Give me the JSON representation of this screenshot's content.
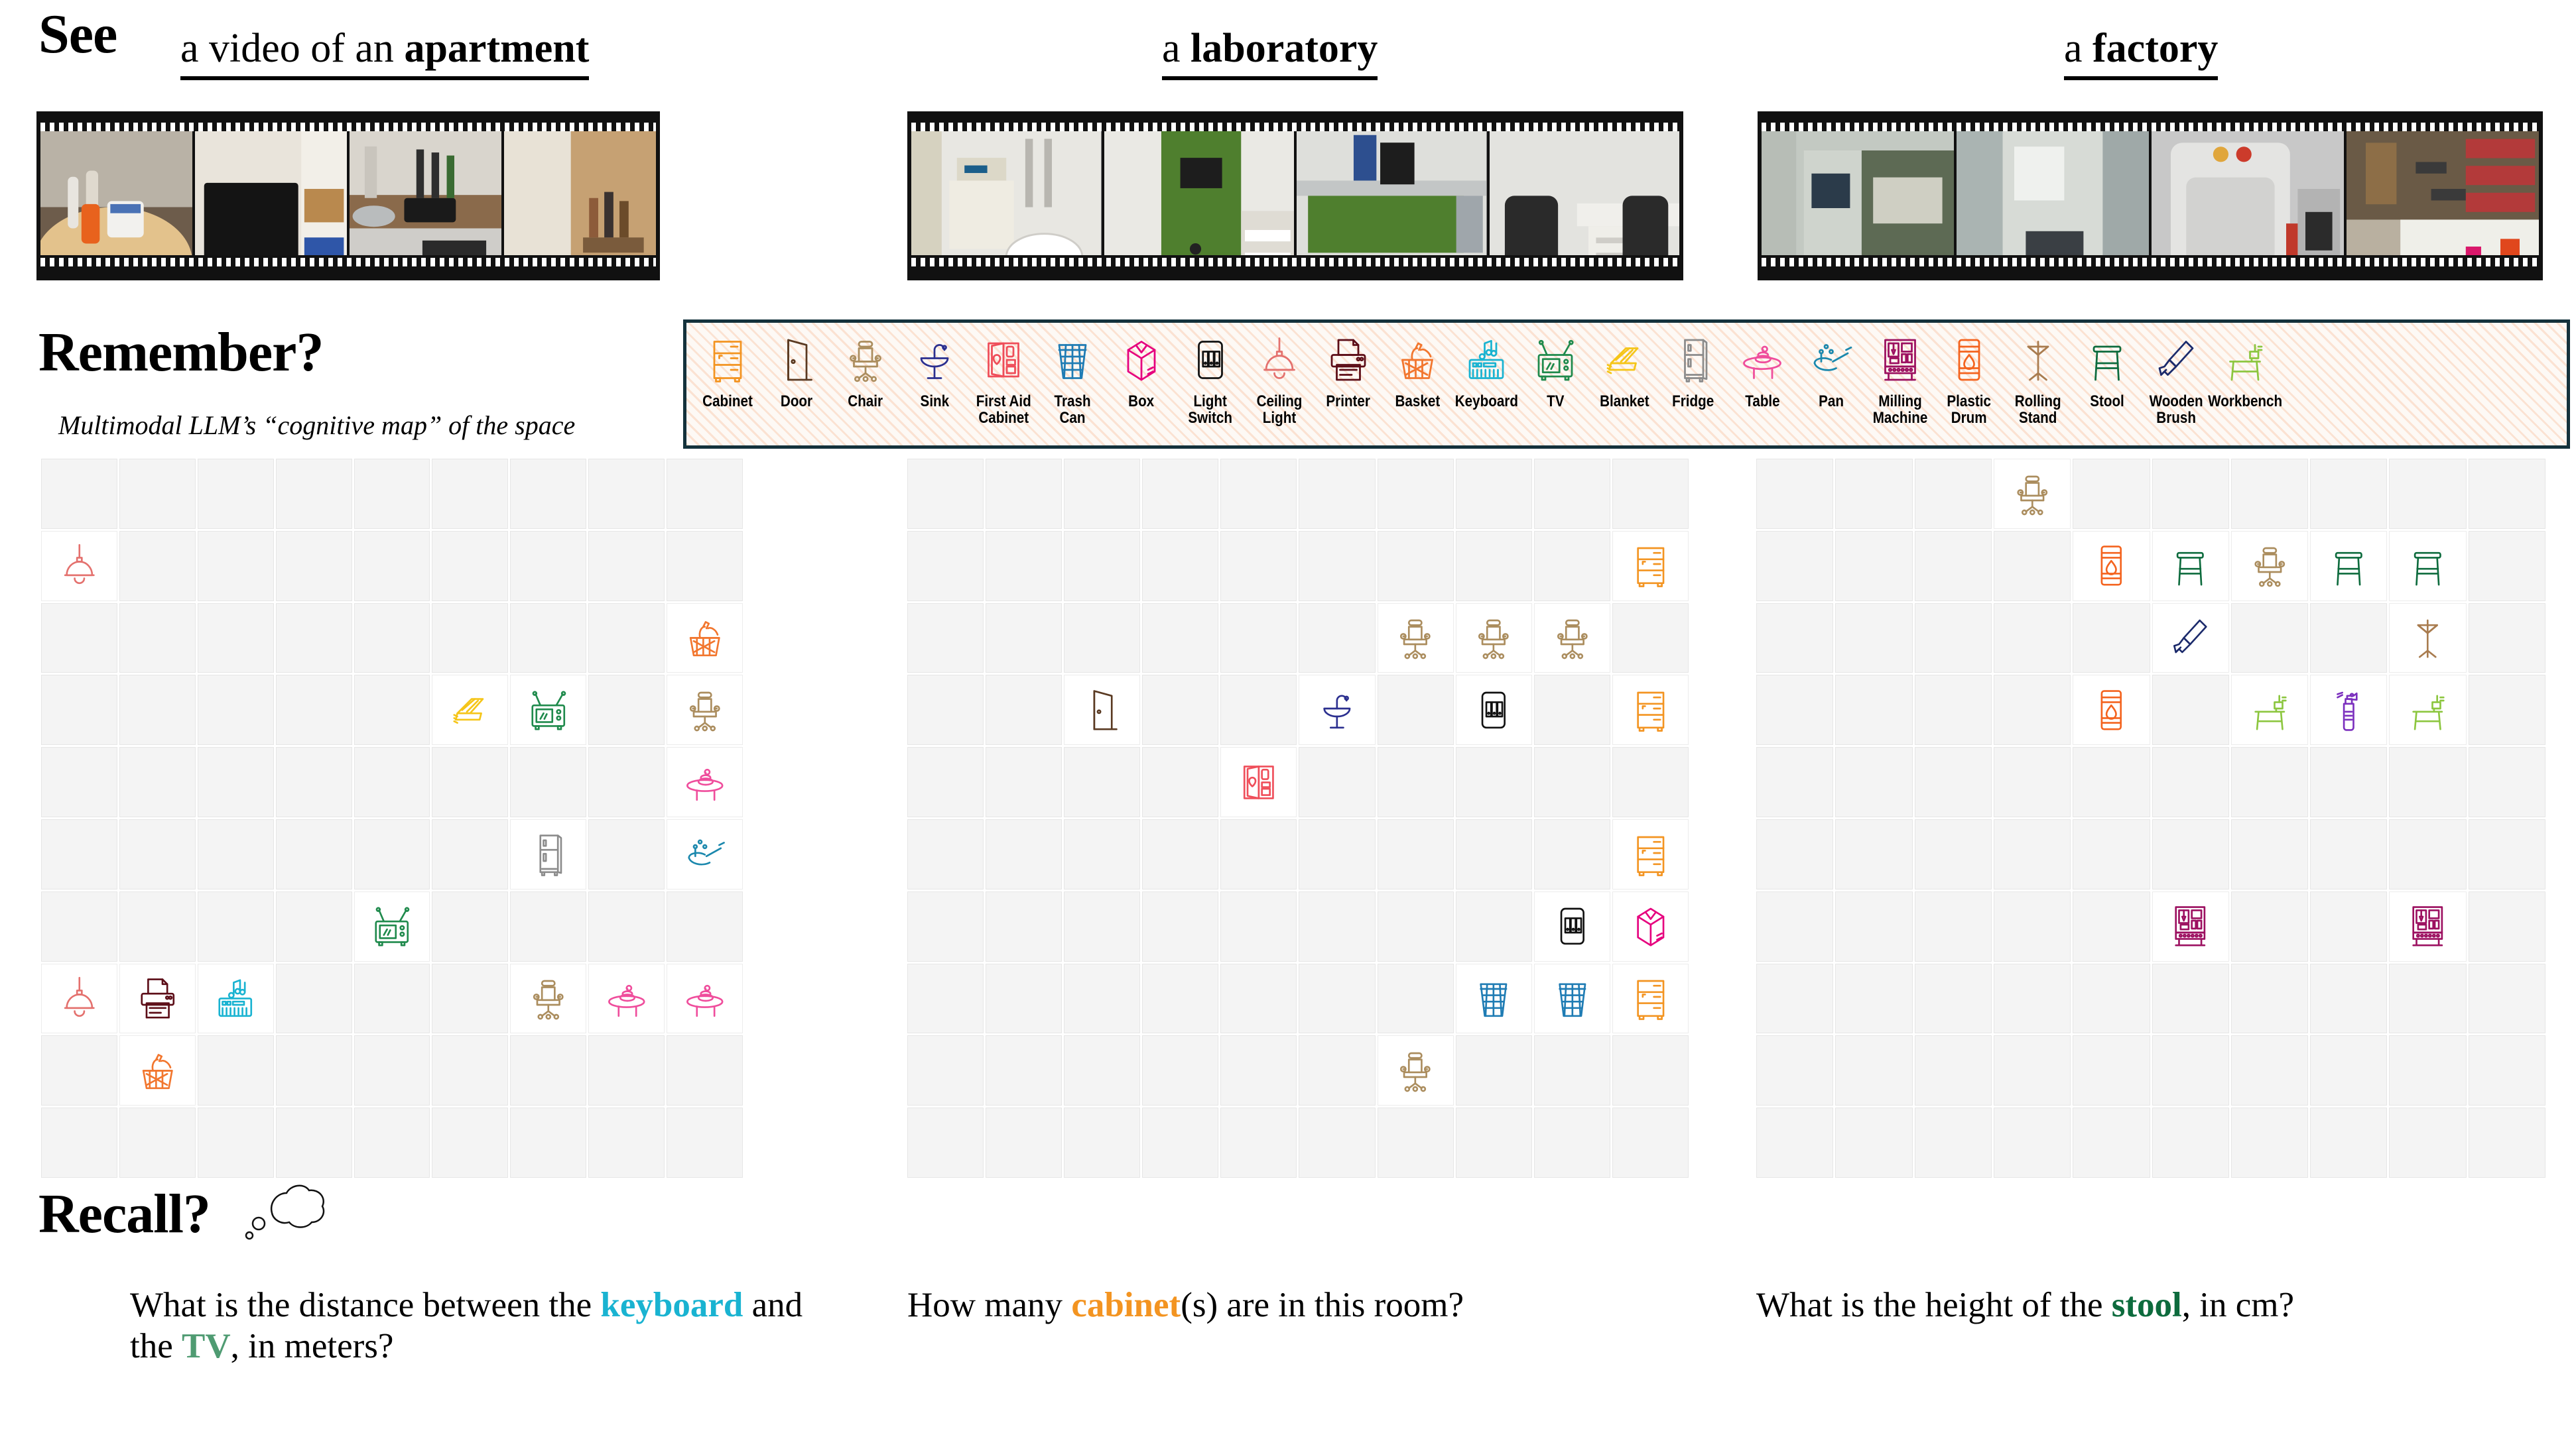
{
  "sections": {
    "see_label": "See",
    "remember_label": "Remember?",
    "remember_sub": "Multimodal LLM’s “cognitive map” of  the space",
    "recall_label": "Recall?"
  },
  "scenes": [
    {
      "prefix": "a video of an ",
      "name": "apartment"
    },
    {
      "prefix": "",
      "name": "a laboratory"
    },
    {
      "prefix": "",
      "name": "a factory"
    }
  ],
  "legend": {
    "items": [
      {
        "name": "Cabinet",
        "icon": "cabinet-icon",
        "color": "#f39421"
      },
      {
        "name": "Door",
        "icon": "door-icon",
        "color": "#5a3a22"
      },
      {
        "name": "Chair",
        "icon": "chair-icon",
        "color": "#ab8d5e"
      },
      {
        "name": "Sink",
        "icon": "sink-icon",
        "color": "#2b2f8f"
      },
      {
        "name": "First Aid\nCabinet",
        "icon": "first-aid-cabinet-icon",
        "color": "#ef4e5a"
      },
      {
        "name": "Trash\nCan",
        "icon": "trash-can-icon",
        "color": "#1f7cb4"
      },
      {
        "name": "Box",
        "icon": "box-icon",
        "color": "#e6007e"
      },
      {
        "name": "Light\nSwitch",
        "icon": "light-switch-icon",
        "color": "#111111"
      },
      {
        "name": "Ceiling\nLight",
        "icon": "ceiling-light-icon",
        "color": "#e4716e"
      },
      {
        "name": "Printer",
        "icon": "printer-icon",
        "color": "#5c0d17"
      },
      {
        "name": "Basket",
        "icon": "basket-icon",
        "color": "#f2762e"
      },
      {
        "name": "Keyboard",
        "icon": "keyboard-icon",
        "color": "#19b3d1"
      },
      {
        "name": "TV",
        "icon": "tv-icon",
        "color": "#1f8a4c"
      },
      {
        "name": "Blanket",
        "icon": "blanket-icon",
        "color": "#f5c518"
      },
      {
        "name": "Fridge",
        "icon": "fridge-icon",
        "color": "#8b8b8b"
      },
      {
        "name": "Table",
        "icon": "table-icon",
        "color": "#ef4d9c"
      },
      {
        "name": "Pan",
        "icon": "pan-icon",
        "color": "#1b88ad"
      },
      {
        "name": "Milling\nMachine",
        "icon": "milling-machine-icon",
        "color": "#9c1060"
      },
      {
        "name": "Plastic\nDrum",
        "icon": "plastic-drum-icon",
        "color": "#f4631e"
      },
      {
        "name": "Rolling\nStand",
        "icon": "rolling-stand-icon",
        "color": "#a97c4f"
      },
      {
        "name": "Stool",
        "icon": "stool-icon",
        "color": "#0d6b3d"
      },
      {
        "name": "Wooden\nBrush",
        "icon": "wooden-brush-icon",
        "color": "#1b2a6b"
      },
      {
        "name": "Workbench",
        "icon": "workbench-icon",
        "color": "#8cc63f"
      }
    ]
  },
  "grids": [
    {
      "id": "apartment",
      "rows": 10,
      "cols": 9,
      "placements": [
        {
          "r": 1,
          "c": 0,
          "icon": "ceiling-light-icon"
        },
        {
          "r": 2,
          "c": 8,
          "icon": "basket-icon"
        },
        {
          "r": 3,
          "c": 5,
          "icon": "blanket-icon"
        },
        {
          "r": 3,
          "c": 6,
          "icon": "tv-icon"
        },
        {
          "r": 3,
          "c": 8,
          "icon": "chair-icon"
        },
        {
          "r": 4,
          "c": 8,
          "icon": "table-icon"
        },
        {
          "r": 5,
          "c": 6,
          "icon": "fridge-icon"
        },
        {
          "r": 5,
          "c": 8,
          "icon": "pan-icon"
        },
        {
          "r": 6,
          "c": 4,
          "icon": "tv-icon"
        },
        {
          "r": 7,
          "c": 0,
          "icon": "ceiling-light-icon"
        },
        {
          "r": 7,
          "c": 1,
          "icon": "printer-icon"
        },
        {
          "r": 7,
          "c": 2,
          "icon": "keyboard-icon"
        },
        {
          "r": 7,
          "c": 6,
          "icon": "chair-icon"
        },
        {
          "r": 7,
          "c": 7,
          "icon": "table-icon"
        },
        {
          "r": 7,
          "c": 8,
          "icon": "table-icon"
        },
        {
          "r": 8,
          "c": 1,
          "icon": "basket-icon"
        }
      ],
      "extra": [
        {
          "r": 6,
          "c": 9,
          "icon": "ceiling-light-icon"
        }
      ]
    },
    {
      "id": "laboratory",
      "rows": 10,
      "cols": 10,
      "placements": [
        {
          "r": 1,
          "c": 9,
          "icon": "cabinet-icon"
        },
        {
          "r": 2,
          "c": 6,
          "icon": "chair-icon"
        },
        {
          "r": 2,
          "c": 7,
          "icon": "chair-icon"
        },
        {
          "r": 2,
          "c": 8,
          "icon": "chair-icon"
        },
        {
          "r": 3,
          "c": 2,
          "icon": "door-icon"
        },
        {
          "r": 3,
          "c": 5,
          "icon": "sink-icon"
        },
        {
          "r": 3,
          "c": 7,
          "icon": "light-switch-icon"
        },
        {
          "r": 3,
          "c": 9,
          "icon": "cabinet-icon"
        },
        {
          "r": 4,
          "c": 4,
          "icon": "first-aid-cabinet-icon"
        },
        {
          "r": 5,
          "c": 9,
          "icon": "cabinet-icon"
        },
        {
          "r": 6,
          "c": 8,
          "icon": "light-switch-icon"
        },
        {
          "r": 6,
          "c": 9,
          "icon": "box-icon"
        },
        {
          "r": 7,
          "c": 7,
          "icon": "trash-can-icon"
        },
        {
          "r": 7,
          "c": 8,
          "icon": "trash-can-icon"
        },
        {
          "r": 7,
          "c": 9,
          "icon": "cabinet-icon"
        },
        {
          "r": 8,
          "c": 6,
          "icon": "chair-icon"
        }
      ]
    },
    {
      "id": "factory",
      "rows": 10,
      "cols": 10,
      "placements": [
        {
          "r": 0,
          "c": 3,
          "icon": "chair-icon"
        },
        {
          "r": 1,
          "c": 4,
          "icon": "plastic-drum-icon"
        },
        {
          "r": 1,
          "c": 5,
          "icon": "stool-icon"
        },
        {
          "r": 1,
          "c": 6,
          "icon": "chair-icon"
        },
        {
          "r": 1,
          "c": 7,
          "icon": "stool-icon"
        },
        {
          "r": 1,
          "c": 8,
          "icon": "stool-icon"
        },
        {
          "r": 2,
          "c": 5,
          "icon": "wooden-brush-icon"
        },
        {
          "r": 2,
          "c": 8,
          "icon": "rolling-stand-icon"
        },
        {
          "r": 3,
          "c": 4,
          "icon": "plastic-drum-icon"
        },
        {
          "r": 3,
          "c": 6,
          "icon": "workbench-icon"
        },
        {
          "r": 3,
          "c": 7,
          "icon": "spray-bottle-icon"
        },
        {
          "r": 3,
          "c": 8,
          "icon": "workbench-icon"
        },
        {
          "r": 6,
          "c": 5,
          "icon": "milling-machine-icon"
        },
        {
          "r": 6,
          "c": 8,
          "icon": "milling-machine-icon"
        }
      ]
    }
  ],
  "questions": [
    {
      "segments": [
        {
          "t": "What is the distance between the ",
          "kw": false
        },
        {
          "t": "keyboard",
          "kw": true,
          "color": "#19b3d1"
        },
        {
          "t": " and the ",
          "kw": false
        },
        {
          "t": "TV",
          "kw": true,
          "color": "#4f9b72"
        },
        {
          "t": ", in meters?",
          "kw": false
        }
      ]
    },
    {
      "segments": [
        {
          "t": "How many ",
          "kw": false
        },
        {
          "t": "cabinet",
          "kw": true,
          "color": "#f39421"
        },
        {
          "t": "(s) are in this room?",
          "kw": false
        }
      ]
    },
    {
      "segments": [
        {
          "t": "What is the height of  the ",
          "kw": false
        },
        {
          "t": "stool",
          "kw": true,
          "color": "#0d6b3d"
        },
        {
          "t": ", in cm?",
          "kw": false
        }
      ]
    }
  ],
  "filmstrips": [
    {
      "id": "apartment-filmstrip",
      "frames": [
        {
          "name": "round-table-with-bottles",
          "c1": "#cbb48c",
          "c2": "#e6c893",
          "c3": "#6b5a48"
        },
        {
          "name": "tv-on-wooden-stand",
          "c1": "#e8e4dc",
          "c2": "#141414",
          "c3": "#c79b5c"
        },
        {
          "name": "kitchen-counter-with-stove",
          "c1": "#d8d3cb",
          "c2": "#8a6a4b",
          "c3": "#55524e"
        },
        {
          "name": "cupboard-with-bottles",
          "c1": "#ded6c8",
          "c2": "#b4895a",
          "c3": "#3a3230"
        }
      ]
    },
    {
      "id": "laboratory-filmstrip",
      "frames": [
        {
          "name": "sink-and-wall-unit",
          "c1": "#e7e6e1",
          "c2": "#cfcabc",
          "c3": "#9a9893"
        },
        {
          "name": "green-cabinet",
          "c1": "#e9e8e4",
          "c2": "#4f7f2e",
          "c3": "#b9b5ad"
        },
        {
          "name": "lab-workbench-shelves",
          "c1": "#dfe0dc",
          "c2": "#4f7f2e",
          "c3": "#8f9192"
        },
        {
          "name": "office-chairs-by-desk",
          "c1": "#e2e2de",
          "c2": "#2b2b2b",
          "c3": "#9c9e9d"
        }
      ]
    },
    {
      "id": "factory-filmstrip",
      "frames": [
        {
          "name": "cnc-console-with-chair",
          "c1": "#bdc3bb",
          "c2": "#e0a63c",
          "c3": "#55604f"
        },
        {
          "name": "milling-machine-interior",
          "c1": "#c5ccc8",
          "c2": "#8e9a9c",
          "c3": "#6f7874"
        },
        {
          "name": "white-red-machine",
          "c1": "#dadada",
          "c2": "#c0392b",
          "c3": "#8c8c8c"
        },
        {
          "name": "workbench-with-tools",
          "c1": "#bfb8a5",
          "c2": "#2f5c8f",
          "c3": "#b33a3a"
        }
      ]
    }
  ]
}
